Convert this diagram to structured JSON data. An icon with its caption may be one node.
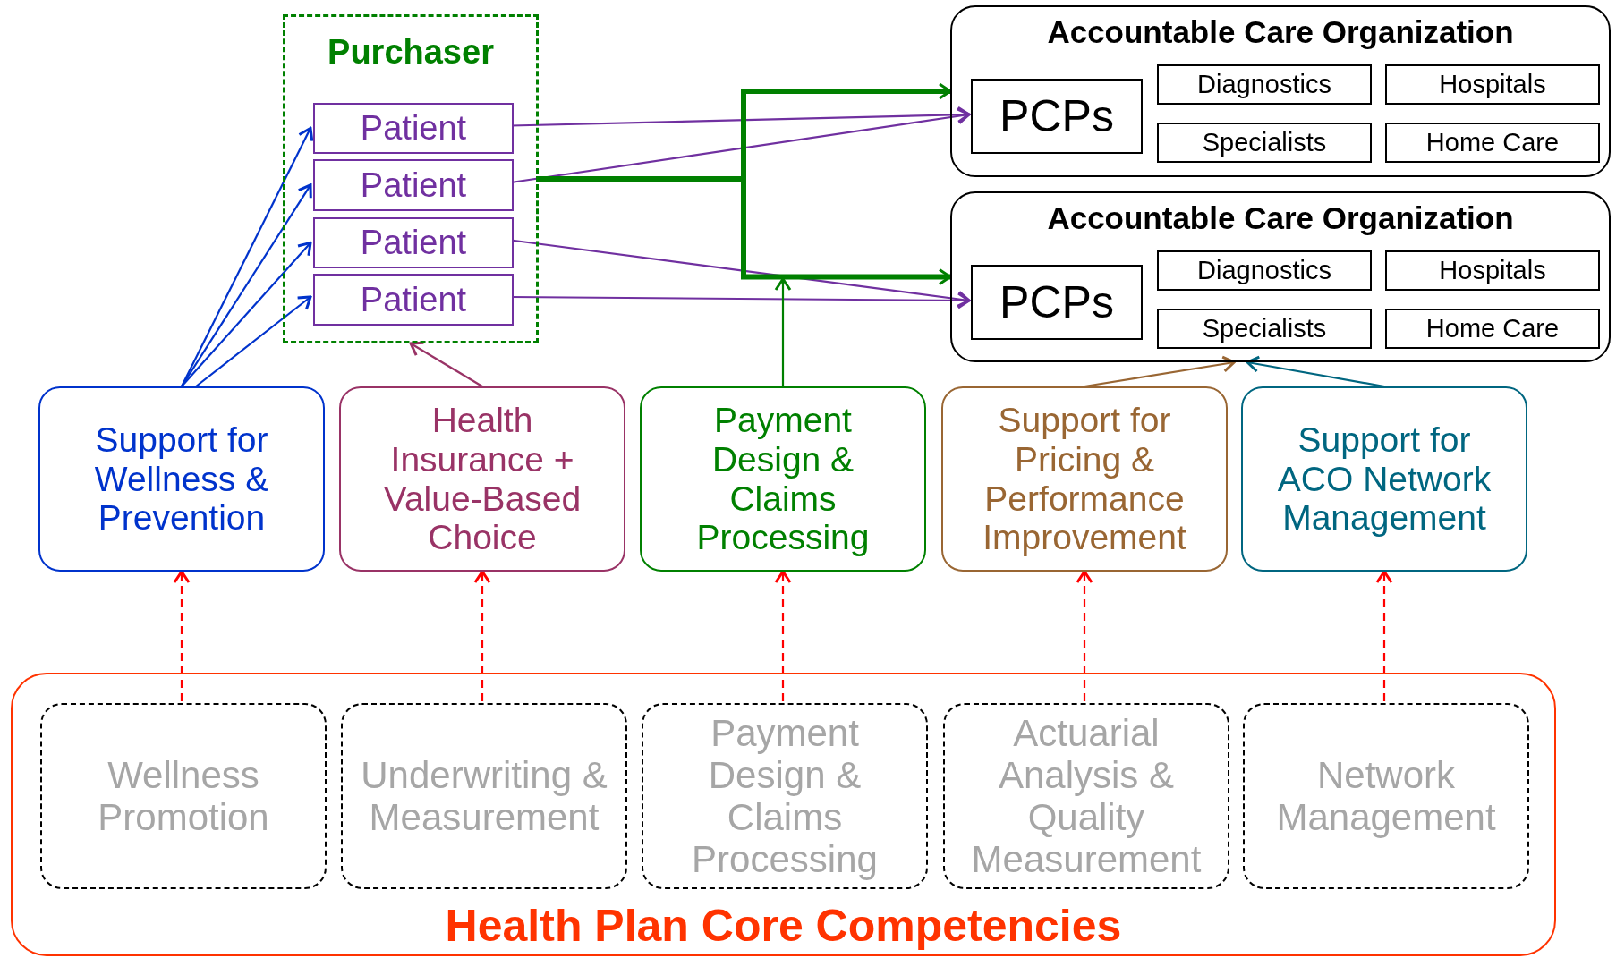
{
  "diagram": {
    "nodes": [
      {
        "text": [
          "Purchaser"
        ]
      },
      {
        "text": [
          "Patient"
        ],
        "in": 0
      },
      {
        "text": [
          "Patient"
        ],
        "in": 0
      },
      {
        "text": [
          "Patient"
        ],
        "in": 0
      },
      {
        "text": [
          "Patient"
        ],
        "in": 0
      },
      {
        "text": [
          "Accountable Care Organization"
        ]
      },
      {
        "text": [
          "PCPs"
        ],
        "in": 5
      },
      {
        "text": [
          "Diagnostics"
        ],
        "in": 5
      },
      {
        "text": [
          "Hospitals"
        ],
        "in": 5
      },
      {
        "text": [
          "Specialists"
        ],
        "in": 5
      },
      {
        "text": [
          "Home Care"
        ],
        "in": 5
      },
      {
        "text": [
          "Accountable Care Organization"
        ]
      },
      {
        "text": [
          "PCPs"
        ],
        "in": 11
      },
      {
        "text": [
          "Diagnostics"
        ],
        "in": 11
      },
      {
        "text": [
          "Hospitals"
        ],
        "in": 11
      },
      {
        "text": [
          "Specialists"
        ],
        "in": 11
      },
      {
        "text": [
          "Home Care"
        ],
        "in": 11
      },
      {
        "text": [
          "Support for Wellness & Prevention"
        ]
      },
      {
        "text": [
          "Health Insurance + Value-Based Choice"
        ]
      },
      {
        "text": [
          "Payment Design & Claims Processing"
        ]
      },
      {
        "text": [
          "Support for Pricing & Performance Improvement"
        ]
      },
      {
        "text": [
          "Support for ACO Network Management"
        ]
      },
      {
        "text": [
          "Health Plan Core Competencies"
        ]
      },
      {
        "text": [
          "Wellness Promotion"
        ],
        "in": 22
      },
      {
        "text": [
          "Underwriting & Measurement"
        ],
        "in": 22
      },
      {
        "text": [
          "Payment Design & Claims Processing"
        ],
        "in": 22
      },
      {
        "text": [
          "Actuarial Analysis & Quality Measurement"
        ],
        "in": 22
      },
      {
        "text": [
          "Network Management"
        ],
        "in": 22
      }
    ],
    "edges": [
      {
        "from": 17,
        "to": 1,
        "arrow": "to",
        "color": "#0033cc"
      },
      {
        "from": 17,
        "to": 2,
        "arrow": "to",
        "color": "#0033cc"
      },
      {
        "from": 17,
        "to": 3,
        "arrow": "to",
        "color": "#0033cc"
      },
      {
        "from": 17,
        "to": 4,
        "arrow": "to",
        "color": "#0033cc"
      },
      {
        "from": 18,
        "to": 0,
        "arrow": "to",
        "color": "#993366"
      },
      {
        "from": 1,
        "to": 6,
        "arrow": "to",
        "color": "#7030a0"
      },
      {
        "from": 2,
        "to": 6,
        "arrow": "to",
        "color": "#7030a0"
      },
      {
        "from": 3,
        "to": 12,
        "arrow": "to",
        "color": "#7030a0"
      },
      {
        "from": 4,
        "to": 12,
        "arrow": "to",
        "color": "#7030a0"
      },
      {
        "from": 0,
        "to": 5,
        "arrow": "to",
        "style": "thick",
        "color": "#008000"
      },
      {
        "from": 0,
        "to": 11,
        "arrow": "to",
        "style": "thick",
        "color": "#008000"
      },
      {
        "from": 19,
        "to": null,
        "arrow": "to",
        "color": "#008000"
      },
      {
        "from": 20,
        "to": 11,
        "arrow": "to",
        "color": "#996633"
      },
      {
        "from": 21,
        "to": 11,
        "arrow": "to",
        "color": "#006680"
      },
      {
        "from": 23,
        "to": 17,
        "arrow": "to",
        "style": "dashed",
        "color": "#ff0000"
      },
      {
        "from": 24,
        "to": 18,
        "arrow": "to",
        "style": "dashed",
        "color": "#ff0000"
      },
      {
        "from": 25,
        "to": 19,
        "arrow": "to",
        "style": "dashed",
        "color": "#ff0000"
      },
      {
        "from": 26,
        "to": 20,
        "arrow": "to",
        "style": "dashed",
        "color": "#ff0000"
      },
      {
        "from": 27,
        "to": 21,
        "arrow": "to",
        "style": "dashed",
        "color": "#ff0000"
      }
    ]
  }
}
